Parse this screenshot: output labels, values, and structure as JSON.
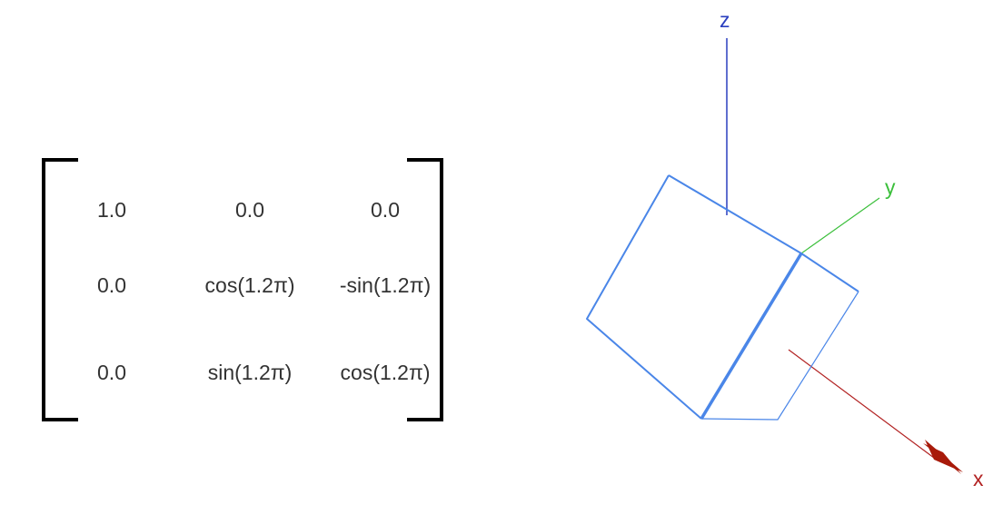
{
  "matrix": {
    "rows": [
      [
        "1.0",
        "0.0",
        "0.0"
      ],
      [
        "0.0",
        "cos(1.2π)",
        "-sin(1.2π)"
      ],
      [
        "0.0",
        "sin(1.2π)",
        "cos(1.2π)"
      ]
    ]
  },
  "axes": {
    "x": {
      "label": "x",
      "color": "#b22222"
    },
    "y": {
      "label": "y",
      "color": "#3bbf3b"
    },
    "z": {
      "label": "z",
      "color": "#2a3fbf"
    }
  },
  "cube": {
    "color": "#4a86e8"
  }
}
